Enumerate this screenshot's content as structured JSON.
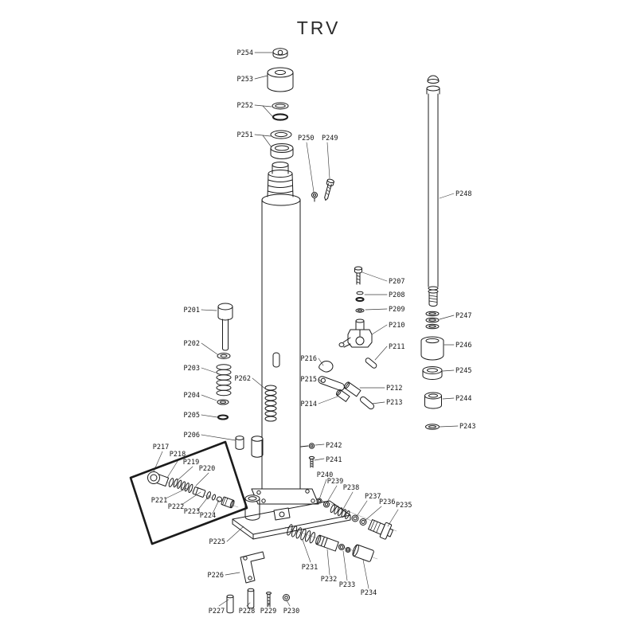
{
  "title": "TRV",
  "highlight": {
    "color": "#2f9e2f"
  },
  "parts": {
    "p201": "P201",
    "p202": "P202",
    "p203": "P203",
    "p204": "P204",
    "p205": "P205",
    "p206": "P206",
    "p207": "P207",
    "p208": "P208",
    "p209": "P209",
    "p210": "P210",
    "p211": "P211",
    "p212": "P212",
    "p213": "P213",
    "p214": "P214",
    "p215": "P215",
    "p216": "P216",
    "p217": "P217",
    "p218": "P218",
    "p219": "P219",
    "p220": "P220",
    "p221": "P221",
    "p222": "P222",
    "p223": "P223",
    "p224": "P224",
    "p225": "P225",
    "p226": "P226",
    "p227": "P227",
    "p228": "P228",
    "p229": "P229",
    "p230": "P230",
    "p231": "P231",
    "p232": "P232",
    "p233": "P233",
    "p234": "P234",
    "p235": "P235",
    "p236": "P236",
    "p237": "P237",
    "p238": "P238",
    "p239": "P239",
    "p240": "P240",
    "p241": "P241",
    "p242": "P242",
    "p243": "P243",
    "p244": "P244",
    "p245": "P245",
    "p246": "P246",
    "p247": "P247",
    "p248": "P248",
    "p249": "P249",
    "p250": "P250",
    "p251": "P251",
    "p252": "P252",
    "p253": "P253",
    "p254": "P254",
    "p262": "P262"
  }
}
